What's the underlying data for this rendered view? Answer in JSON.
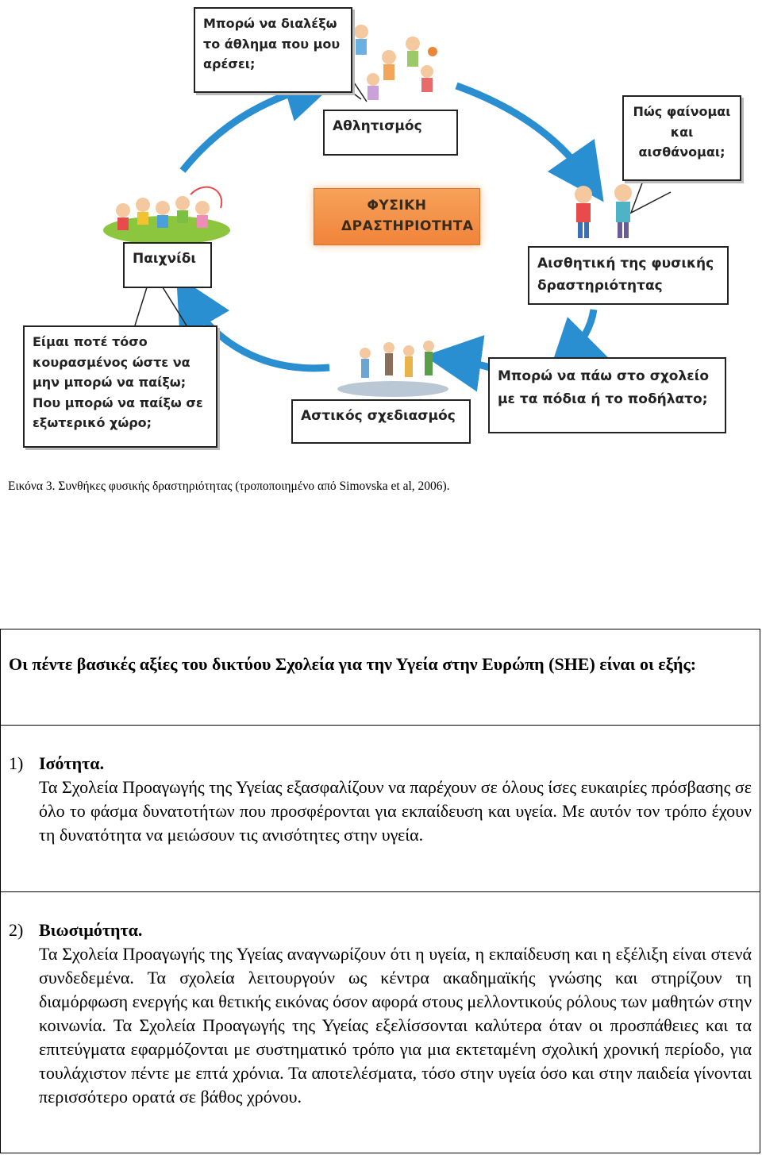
{
  "diagram": {
    "center": "ΦΥΣΙΚΗ ΔΡΑΣΤΗΡΙΟΤΗΤΑ",
    "nodes": [
      {
        "id": "sport",
        "label": "Αθλητισμός"
      },
      {
        "id": "aesthetic",
        "label": "Αισθητική της φυσικής δραστηριότητας"
      },
      {
        "id": "transport",
        "label": "Μπορώ να πάω στο σχολείο με τα πόδια ή το ποδήλατο;"
      },
      {
        "id": "urban",
        "label": "Αστικός σχεδιασμός"
      },
      {
        "id": "play",
        "label": "Παιχνίδι"
      }
    ],
    "callouts": {
      "sport_question": "Μπορώ να διαλέξω το άθλημα που μου αρέσει;",
      "aesthetic_question": "Πώς φαίνομαι και αισθάνομαι;",
      "play_question": "Είμαι ποτέ τόσο κουρασμένος ώστε να μην μπορώ να παίξω; Που μπορώ να παίξω σε εξωτερικό χώρο;"
    },
    "colors": {
      "arrow": "#2a8fd0",
      "center": "#f0843a"
    }
  },
  "caption": "Εικόνα 3. Συνθήκες φυσικής δραστηριότητας (τροποποιημένο από Simovska et al, 2006).",
  "values_table": {
    "intro": "Οι πέντε βασικές αξίες του δικτύου Σχολεία για την Υγεία στην Ευρώπη (SHE) είναι οι εξής:",
    "items": [
      {
        "number": "1)",
        "title": "Ισότητα.",
        "text": "Τα Σχολεία Προαγωγής της Υγείας εξασφαλίζουν να παρέχουν σε όλους ίσες ευκαιρίες πρόσβασης σε όλο το φάσμα δυνατοτήτων που προσφέρονται για εκπαίδευση και υγεία. Με αυτόν τον τρόπο έχουν τη δυνατότητα να μειώσουν τις ανισότητες στην υγεία."
      },
      {
        "number": "2)",
        "title": "Βιωσιμότητα.",
        "text": "Τα Σχολεία Προαγωγής της Υγείας αναγνωρίζουν ότι η υγεία, η εκπαίδευση και η εξέλιξη είναι στενά συνδεδεμένα. Τα σχολεία λειτουργούν ως κέντρα ακαδημαϊκής γνώσης και στηρίζουν τη διαμόρφωση ενεργής και θετικής εικόνας όσον αφορά στους μελλοντικούς ρόλους των μαθητών στην κοινωνία. Τα Σχολεία Προαγωγής της Υγείας εξελίσσονται καλύτερα όταν οι προσπάθειες και τα επιτεύγματα εφαρμόζονται με συστηματικό τρόπο για μια εκτεταμένη σχολική χρονική περίοδο, για τουλάχιστον πέντε με επτά χρόνια. Τα αποτελέσματα, τόσο στην υγεία όσο και στην παιδεία γίνονται περισσότερο ορατά σε βάθος χρόνου."
      }
    ]
  }
}
